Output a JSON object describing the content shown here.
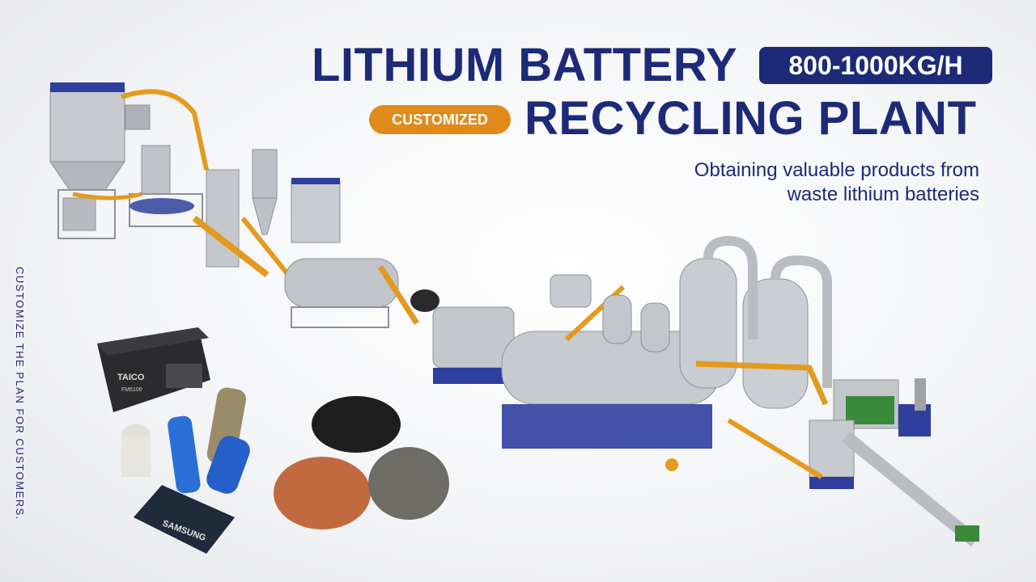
{
  "header": {
    "title_line1": "LITHIUM BATTERY",
    "capacity_badge": "800-1000KG/H",
    "title_line2": "RECYCLING PLANT",
    "customized_badge": "CUSTOMIZED",
    "subtitle_line1": "Obtaining valuable products from",
    "subtitle_line2": "waste lithium batteries"
  },
  "side_text": "CUSTOMIZE THE PLAN FOR CUSTOMERS.",
  "products": {
    "lead_battery_brand": "TAICO",
    "lead_battery_model": "FM6100",
    "phone_battery_brand": "SAMSUNG"
  },
  "colors": {
    "navy": "#1d2a78",
    "orange": "#e08a1c",
    "machine_grey": "#b9bcc1",
    "machine_blue": "#2f3f9e",
    "pipe_orange": "#e39a1d"
  }
}
